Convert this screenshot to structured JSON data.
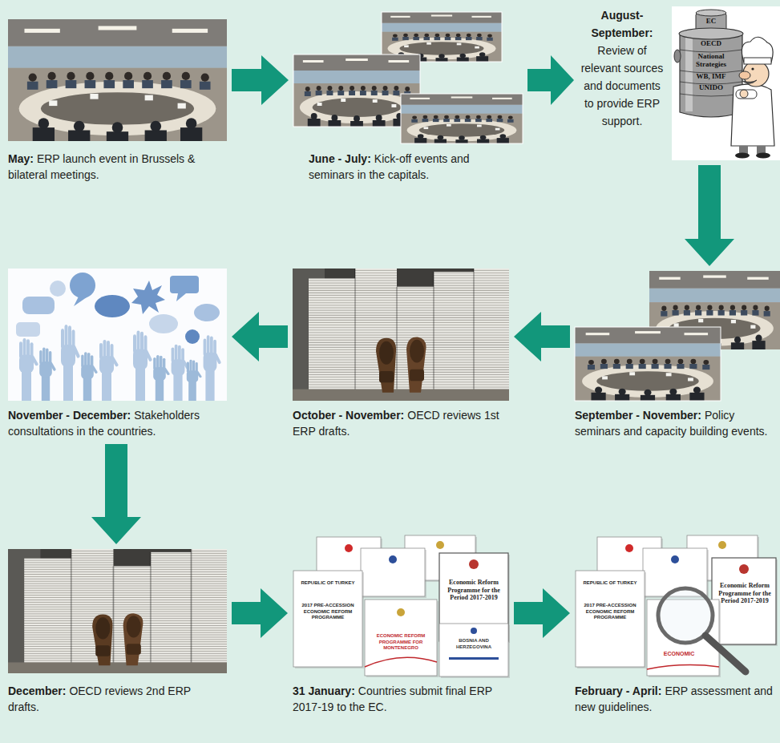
{
  "diagram": {
    "nodes": [
      {
        "text": [
          "May:",
          "ERP launch event in Brussels & bilateral meetings."
        ]
      },
      {
        "text": [
          "June - July:",
          "Kick-off events and seminars in the capitals."
        ]
      },
      {
        "text": [
          "August-September:",
          "Review of relevant sources and documents to provide ERP support."
        ]
      },
      {
        "text": [
          "September - November:",
          "Policy seminars and capacity building events."
        ]
      },
      {
        "text": [
          "October - November:",
          "OECD reviews 1st ERP drafts."
        ]
      },
      {
        "text": [
          "November - December:",
          "Stakeholders consultations in the countries."
        ]
      },
      {
        "text": [
          "December:",
          "OECD reviews 2nd ERP drafts."
        ]
      },
      {
        "text": [
          "31 January:",
          "Countries submit final ERP 2017-19 to the EC."
        ]
      },
      {
        "text": [
          "February - April:",
          "ERP assessment and new guidelines."
        ]
      }
    ],
    "edges": [
      {
        "from": 0,
        "to": 1,
        "arrow": "to"
      },
      {
        "from": 1,
        "to": 2,
        "arrow": "to"
      },
      {
        "from": 2,
        "to": 3,
        "arrow": "to"
      },
      {
        "from": 3,
        "to": 4,
        "arrow": "to"
      },
      {
        "from": 4,
        "to": 5,
        "arrow": "to"
      },
      {
        "from": 5,
        "to": 6,
        "arrow": "to"
      },
      {
        "from": 6,
        "to": 7,
        "arrow": "to"
      },
      {
        "from": 7,
        "to": 8,
        "arrow": "to"
      }
    ],
    "labels": [
      "EC",
      "OECD",
      "National Strategies",
      "WB, IMF",
      "UNIDO",
      "REPUBLIC OF TURKEY",
      "2017 PRE-ACCESSION ECONOMIC REFORM PROGRAMME",
      "Economic Reform Programme for the Period 2017-2019",
      "ECONOMIC REFORM PROGRAMME FOR MONTENEGRO",
      "BOSNIA AND HERZEGOVINA",
      "REPUBLIC OF TURKEY",
      "2017 PRE-ACCESSION ECONOMIC REFORM PROGRAMME",
      "Economic Reform Programme for the Period 2017-2019",
      "ECONOMIC"
    ]
  }
}
